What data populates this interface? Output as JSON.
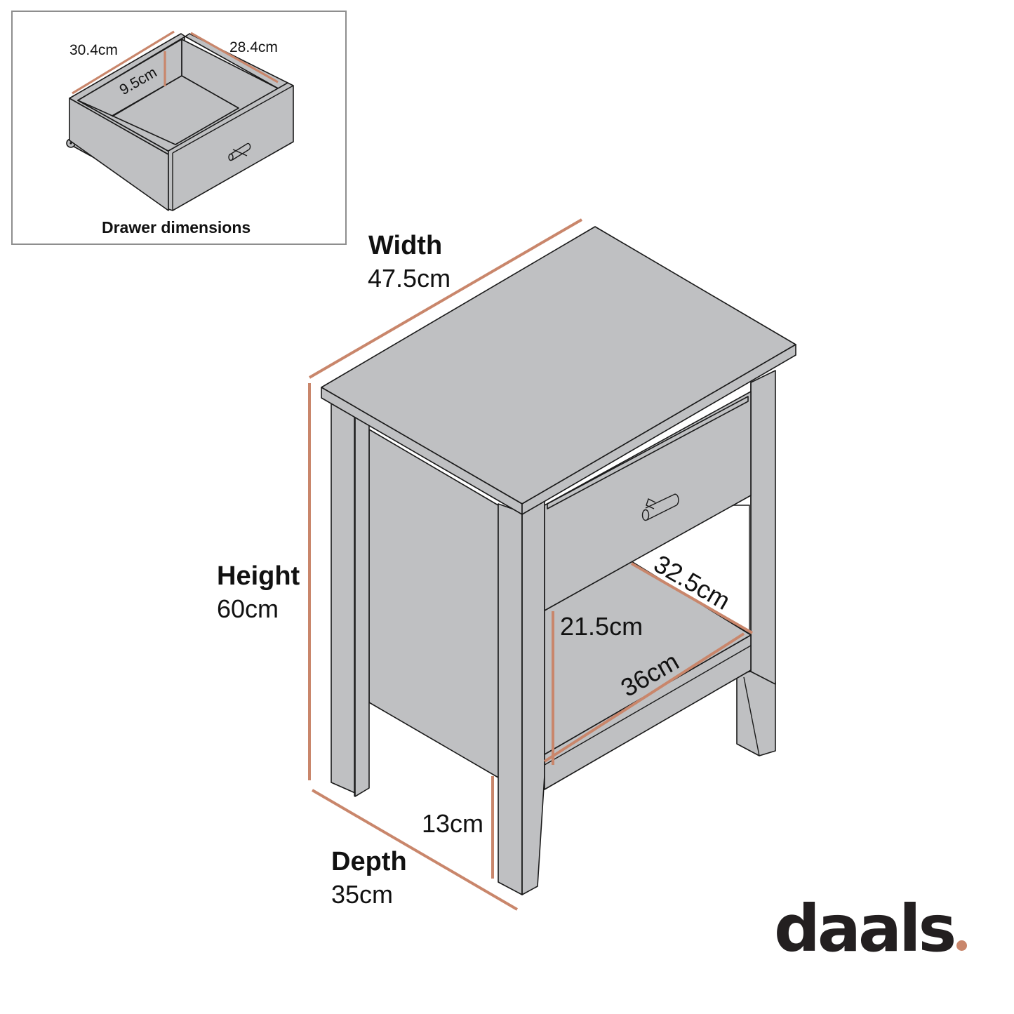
{
  "brand": {
    "name": "daals",
    "dot_color": "#c9866b"
  },
  "colors": {
    "dimension_line": "#c9866b",
    "furniture_fill": "#bfc0c2",
    "outline": "#1a1a1a",
    "inset_border": "#8e8e8e"
  },
  "inset": {
    "caption": "Drawer dimensions",
    "dimensions": {
      "drawer_depth": "30.4cm",
      "drawer_width": "28.4cm",
      "drawer_height": "9.5cm"
    }
  },
  "main": {
    "width": {
      "title": "Width",
      "value": "47.5cm"
    },
    "height": {
      "title": "Height",
      "value": "60cm"
    },
    "depth": {
      "title": "Depth",
      "value": "35cm"
    },
    "shelf": {
      "opening_height": "21.5cm",
      "shelf_width": "36cm",
      "shelf_depth": "32.5cm"
    },
    "leg_clearance": "13cm"
  }
}
